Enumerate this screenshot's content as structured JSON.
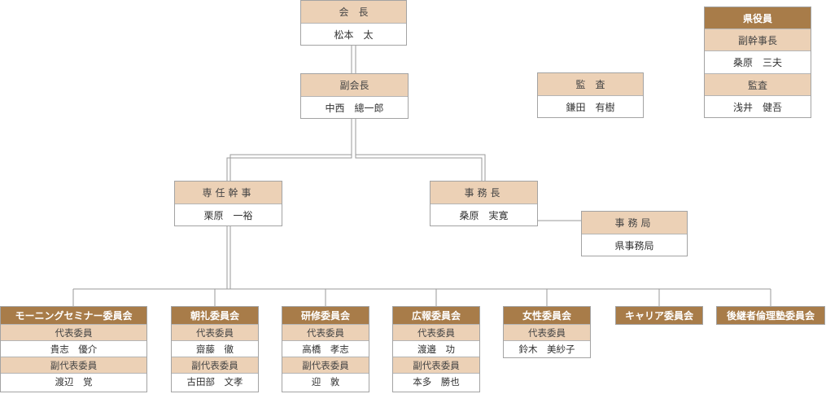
{
  "president": {
    "title": "会　長",
    "name": "松本　太"
  },
  "vice_president": {
    "title": "副会長",
    "name": "中西　總一郎"
  },
  "managing_director": {
    "title": "専任幹事",
    "name": "栗原　一裕"
  },
  "secretary_general": {
    "title": "事務長",
    "name": "桑原　実寛"
  },
  "secretariat": {
    "title": "事務局",
    "name": "県事務局"
  },
  "auditor": {
    "title": "監　査",
    "name": "鎌田　有樹"
  },
  "prefectural_officers": {
    "title": "県役員",
    "vice_secretary_label": "副幹事長",
    "vice_secretary_name": "桑原　三夫",
    "auditor_label": "監査",
    "auditor_name": "浅井　健吾"
  },
  "committees": [
    {
      "name": "モーニングセミナー委員会",
      "rep_label": "代表委員",
      "rep": "貴志　優介",
      "vice_label": "副代表委員",
      "vice": "渡辺　覚"
    },
    {
      "name": "朝礼委員会",
      "rep_label": "代表委員",
      "rep": "齋藤　徹",
      "vice_label": "副代表委員",
      "vice": "古田部　文孝"
    },
    {
      "name": "研修委員会",
      "rep_label": "代表委員",
      "rep": "高橋　孝志",
      "vice_label": "副代表委員",
      "vice": "迎　敦"
    },
    {
      "name": "広報委員会",
      "rep_label": "代表委員",
      "rep": "渡邉　功",
      "vice_label": "副代表委員",
      "vice": "本多　勝也"
    },
    {
      "name": "女性委員会",
      "rep_label": "代表委員",
      "rep": "鈴木　美紗子"
    },
    {
      "name": "キャリア委員会"
    },
    {
      "name": "後継者倫理塾委員会"
    }
  ],
  "colors": {
    "header_light": "#ecd1b6",
    "header_dark": "#a87c49",
    "border": "#a3a3a3",
    "line": "#9a9a9a"
  }
}
